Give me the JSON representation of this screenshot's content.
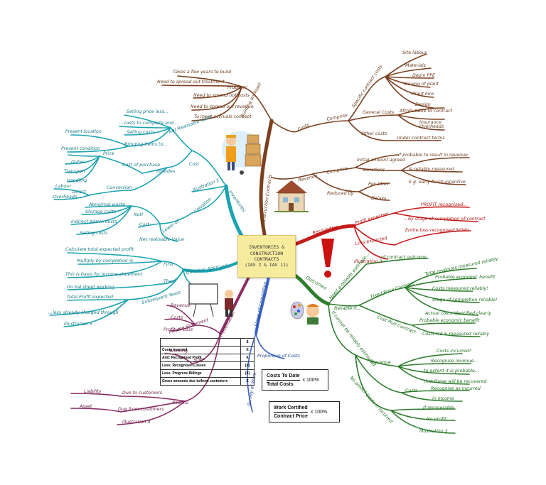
{
  "center": {
    "title": "INVENTORIES &\nCONSTRUCTION\nCONTRACTS\n(IAS 2 & IAS 11)"
  },
  "branches": {
    "construction_contracts": "Construction Contracts",
    "inventories": "Inventories",
    "recognition": "Recognition",
    "outcomes": "Outcomes",
    "stage_of_completion": "Stage of Completion",
    "presentation": "Presentation",
    "question_approach": "Question Approach"
  },
  "construction": {
    "building_an_asset": "Building an Asset",
    "problem": "Problem!",
    "takes_years": "Takes a few years to build",
    "spread_treatment": "Need to spread out treatment",
    "spread_costs": "Need to spread out costs",
    "spread_revenue": "Need to spread out revenue",
    "accruals": "To meet accruals concept",
    "costs": "Costs",
    "comprise_costs": "Comprise",
    "specific_costs": "Specific contract costs",
    "site_labour": "Site labour",
    "materials": "Materials",
    "deprn_ppe": "Dep'n PPE",
    "moving_plant": "Moving of plant",
    "plant_hire": "Plant hire",
    "design": "Design",
    "general_costs": "General Costs",
    "attributable": "Attributable to contract",
    "insurance": "Insurance",
    "overheads": "Overheads",
    "other_costs": "Other costs",
    "under_terms": "Under contract terms",
    "revenue": "Revenue",
    "comprise_rev": "Comprise",
    "initial_amount": "Initial amount agreed",
    "variations": "Variations",
    "if_probable": "If probable to result in revenue",
    "reliably_measured": "& reliably measured",
    "early_finish": "E.g. early finish incentive",
    "reduced_by": "Reduced by",
    "penalties": "Penalties",
    "delays": "Delays"
  },
  "inventories": {
    "nrv": "Net Realisable Value",
    "selling_price_less": "Selling price less...",
    "costs_to_complete": "...costs to complete and...",
    "selling_costs": "Selling costs",
    "bringing_items": "Bringing items to...",
    "present_location": "Present location",
    "present_condition": "Present condition",
    "cost": "Cost",
    "includes": "Includes",
    "cost_of_purchase": "Cost of purchase",
    "price": "Price",
    "duties": "Duties",
    "transport": "Transport",
    "handling": "Handling",
    "conversion": "Conversion",
    "direct": "Direct",
    "labour": "Labour",
    "overheads": "Overheads",
    "not": "Not!",
    "abnormal_waste": "Abnormal waste",
    "storage_costs": "Storage costs",
    "indirect_admin": "Indirect Admin costs",
    "selling_costs2": "Selling costs",
    "illustration_1": "Illustration 1",
    "valuation": "Valuation",
    "lower_of": "Lower of",
    "cost2": "Cost",
    "nrv2": "Net realisable Value"
  },
  "recognition": {
    "profit_expected": "Profit expected",
    "percent_recognised": "PROFIT recognised...",
    "by_stage": "...by stage of completion of contract",
    "loss_expected": "Loss expected",
    "entire_loss": "Entire loss recognised NOW!",
    "illustration_3": "Illustration 3"
  },
  "outcomes": {
    "reliable_estimate": "Need a reliable estimate...",
    "of_outcome": "...of contract outcome",
    "reliable_if": "Reliable if...",
    "fixed_price": "Fixed Price Contract",
    "total_revenues": "Total revenues measured reliably",
    "probable_benefit": "Probable economic benefit",
    "costs_measured": "Costs measured reliably!",
    "stage_reliable": "Stage of completion reliable!",
    "actual_costs": "Actual costs identified clearly",
    "cost_plus": "Cost Plus Contract",
    "probable_benefit2": "Probable economic benefit",
    "costs_trd": "Costs trd & measured reliably",
    "cannot_estimate": "If cannot be reliably estimated",
    "revenue": "Revenue",
    "costs_incurred": "Costs incurred?",
    "recognise_revenue": "Recognise revenue...",
    "to_extent": "to extent it is probable...",
    "will_recover": "that these will be recovered",
    "costs": "Costs",
    "recognise_incurred": "Recognise as incurred",
    "in_income": "in income",
    "no_profit_all": "No profit? Costs in Incurred",
    "if_recoverable": "If recoverable",
    "no_profit": "No profit",
    "illustration_2": "Illustration 2"
  },
  "stage": {
    "proportion_costs": "Proportion of Costs",
    "survey_of_work": "Survey of Work",
    "formula1": {
      "num": "Costs To Date",
      "den": "Total Costs",
      "mult": "x 100%"
    },
    "formula2": {
      "num": "Work Certified",
      "den": "Contract Price",
      "mult": "x 100%"
    }
  },
  "presentation": {
    "income_statement": "Income Statement",
    "revenue": "Revenue",
    "costs": "Costs",
    "profit_or_loss": "Profit or Loss",
    "sofp": "SOFP",
    "working": "Working",
    "results": "Results",
    "liability": "Liability",
    "due_to": "Due to customers",
    "asset": "Asset",
    "due_from": "Due from customers",
    "illustration_4": "Illustration 4",
    "table": [
      {
        "label": "",
        "val": "$"
      },
      {
        "label": "Costs Incurred",
        "val": "X"
      },
      {
        "label": "Add: Recognised Profit",
        "val": "X"
      },
      {
        "label": "Less: Recognised Losses",
        "val": "(X)"
      },
      {
        "label": "Less: Progress Billings",
        "val": "(X)"
      },
      {
        "label": "Gross amounts due to/from customers",
        "val": "X"
      }
    ]
  },
  "question": {
    "first": "First",
    "calc_profit": "Calculate total expected profit",
    "multiply": "Multiply by completion %",
    "basis": "This is basis for income statement",
    "then": "Then",
    "balance_sheet": "Do bal sheet working",
    "subsequent": "Subsequent Years",
    "total_profit": "Total Profit expected",
    "less_charged": "...less already charged through",
    "illustration_5": "Illustration 5"
  },
  "colors": {
    "brown": "#7b3f1e",
    "green": "#2e7d2e",
    "teal": "#1aa3b2",
    "plum": "#8a2d63",
    "red": "#c61b1b",
    "blue": "#3a64c8",
    "note": "#f7ec9e"
  }
}
